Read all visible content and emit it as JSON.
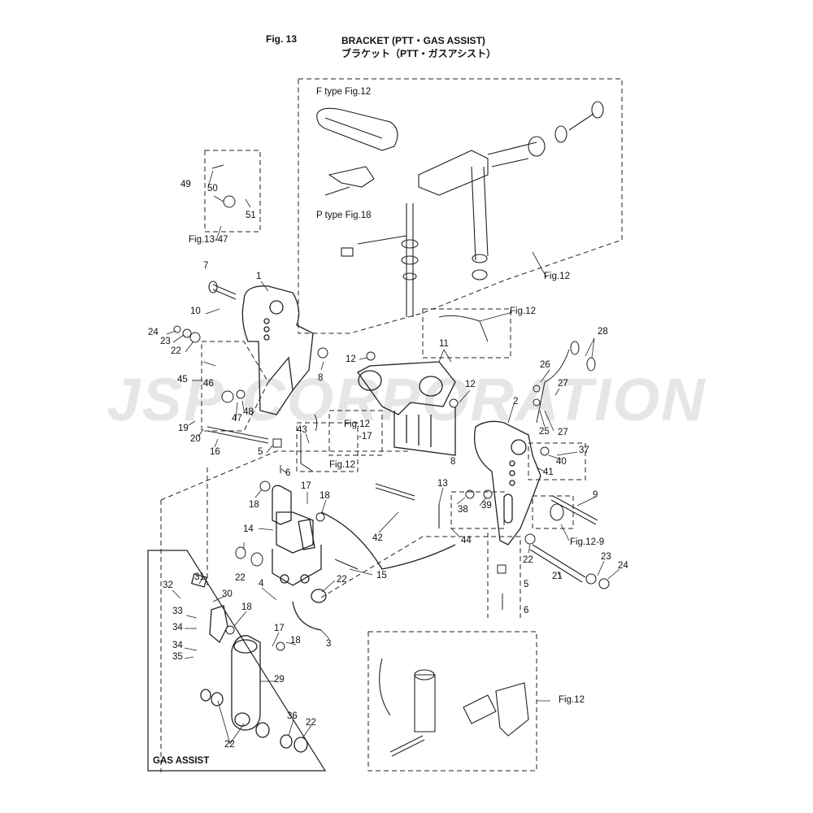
{
  "header": {
    "fig": "Fig. 13",
    "title_en": "BRACKET (PTT・GAS ASSIST)",
    "title_jp": "ブラケット（PTT・ガスアシスト）"
  },
  "watermark": "JSP CORPORATION",
  "refs": {
    "f_type": "F type Fig.12",
    "p_type": "P type Fig.18",
    "fig12_a": "Fig.12",
    "fig12_b": "Fig.12",
    "fig12_c": "Fig.12",
    "fig12_d": "Fig.12",
    "fig12_e": "Fig.12",
    "fig12_17a": "Fig.12",
    "fig12_17b": "-17",
    "fig12_9": "Fig.12-9",
    "fig13_47": "Fig.13-47",
    "gas_assist": "GAS ASSIST"
  },
  "callouts": [
    "1",
    "2",
    "3",
    "4",
    "5",
    "5",
    "6",
    "6",
    "7",
    "8",
    "8",
    "9",
    "10",
    "11",
    "12",
    "12",
    "13",
    "14",
    "15",
    "16",
    "17",
    "17",
    "18",
    "18",
    "18",
    "18",
    "19",
    "20",
    "21",
    "22",
    "22",
    "22",
    "22",
    "22",
    "22",
    "23",
    "23",
    "24",
    "24",
    "25",
    "26",
    "27",
    "27",
    "28",
    "29",
    "30",
    "31",
    "32",
    "33",
    "34",
    "34",
    "35",
    "36",
    "37",
    "38",
    "39",
    "40",
    "41",
    "42",
    "43",
    "44",
    "45",
    "46",
    "47",
    "48",
    "49",
    "50",
    "51"
  ]
}
